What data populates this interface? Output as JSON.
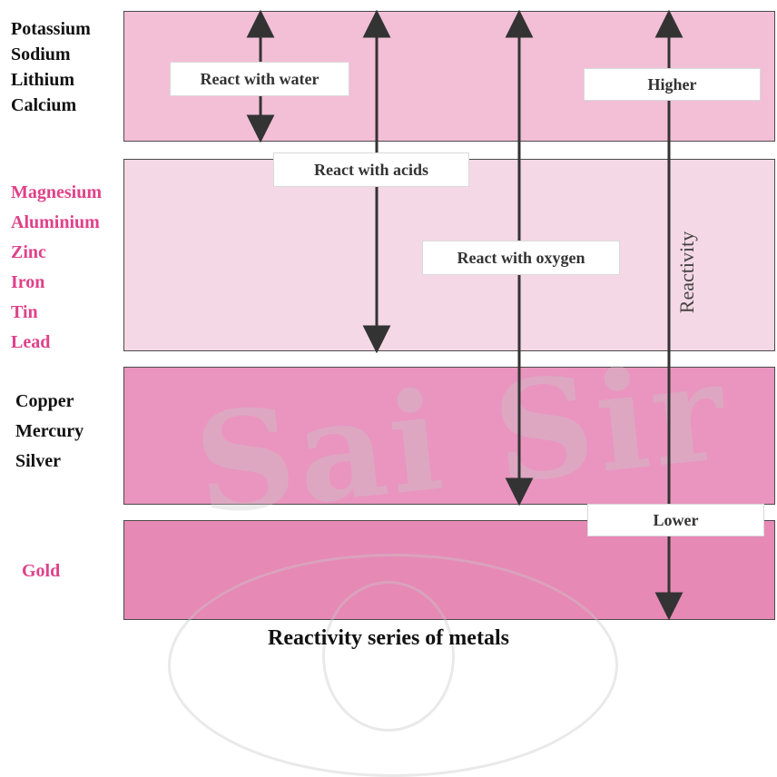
{
  "colors": {
    "band1": "#f2bfd6",
    "band2": "#f5d8e6",
    "band3": "#e995bf",
    "band4": "#e689b5",
    "metal_dark": "#111111",
    "metal_pink": "#e0418a",
    "arrow": "#333333"
  },
  "groups": [
    {
      "metals": [
        "Potassium",
        "Sodium",
        "Lithium",
        "Calcium"
      ],
      "color": "#111111"
    },
    {
      "metals": [
        "Magnesium",
        "Aluminium",
        "Zinc",
        "Iron",
        "Tin",
        "Lead"
      ],
      "color": "#e0418a"
    },
    {
      "metals": [
        "Copper",
        "Mercury",
        "Silver"
      ],
      "color": "#111111"
    },
    {
      "metals": [
        "Gold"
      ],
      "color": "#e0418a"
    }
  ],
  "labels": {
    "water": "React with water",
    "acids": "React with acids",
    "oxygen": "React with oxygen",
    "higher": "Higher",
    "lower": "Lower",
    "reactivity": "Reactivity"
  },
  "watermark": "Sai Sir",
  "caption": "Reactivity series of metals"
}
